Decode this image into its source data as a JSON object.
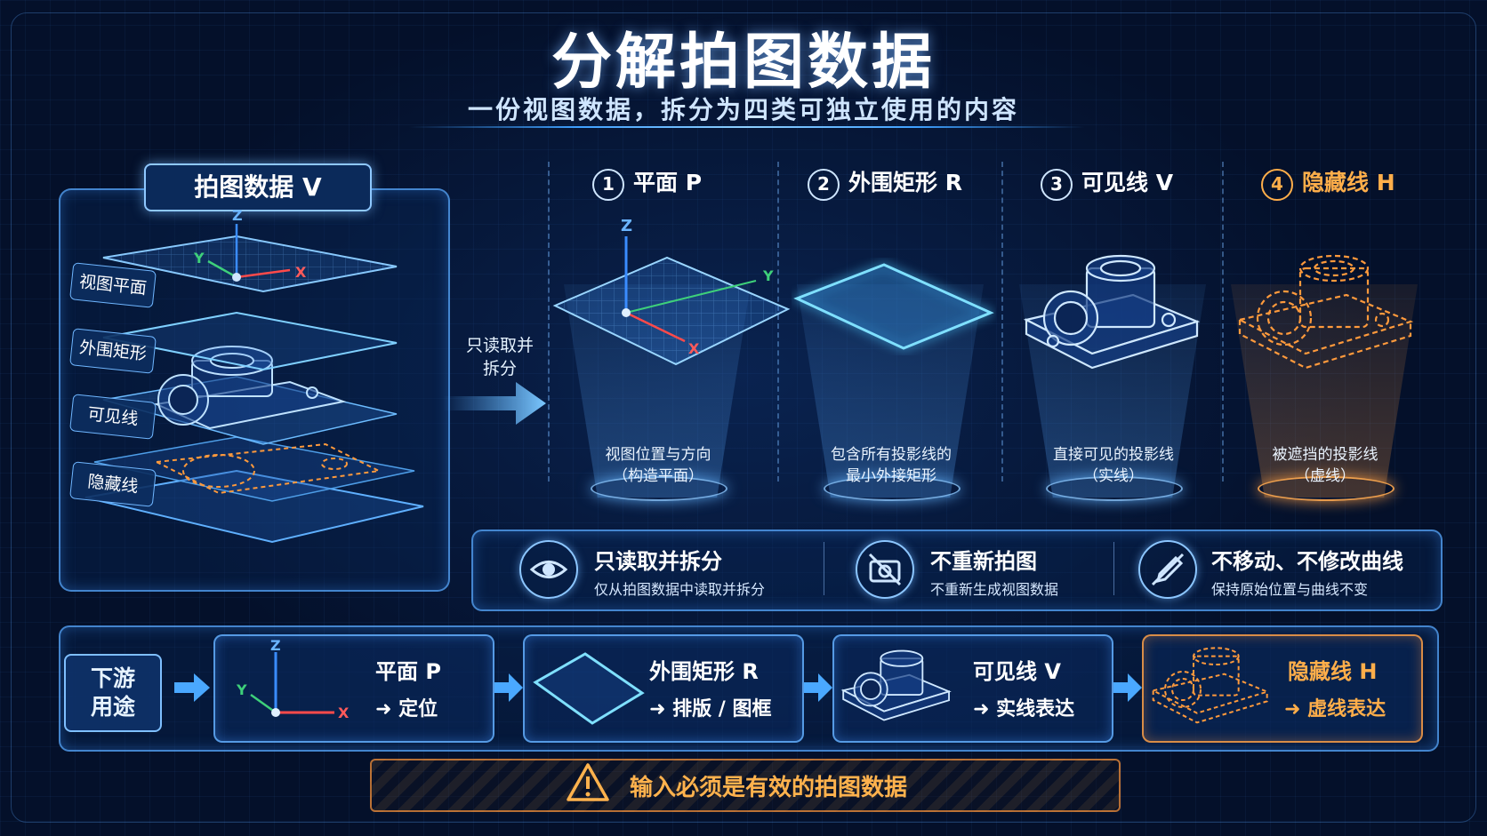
{
  "title": "分解拍图数据",
  "subtitle": "一份视图数据，拆分为四类可独立使用的内容",
  "source": {
    "title": "拍图数据 V",
    "layers": [
      "视图平面",
      "外围矩形",
      "可见线",
      "隐藏线"
    ]
  },
  "arrow_label": [
    "只读取并",
    "拆分"
  ],
  "columns": [
    {
      "num": "1",
      "title": "平面 P",
      "desc": [
        "视图位置与方向",
        "（构造平面）"
      ],
      "icon": "plane-axes-icon"
    },
    {
      "num": "2",
      "title": "外围矩形 R",
      "desc": [
        "包含所有投影线的",
        "最小外接矩形"
      ],
      "icon": "rectangle-icon"
    },
    {
      "num": "3",
      "title": "可见线 V",
      "desc": [
        "直接可见的投影线",
        "（实线）"
      ],
      "icon": "part-solid-icon"
    },
    {
      "num": "4",
      "title": "隐藏线 H",
      "desc": [
        "被遮挡的投影线",
        "（虚线）"
      ],
      "icon": "part-dashed-icon"
    }
  ],
  "axes": {
    "z": "Z",
    "y": "Y",
    "x": "X"
  },
  "rules": [
    {
      "title": "只读取并拆分",
      "sub": "仅从拍图数据中读取并拆分",
      "icon": "eye-icon"
    },
    {
      "title": "不重新拍图",
      "sub": "不重新生成视图数据",
      "icon": "no-camera-icon"
    },
    {
      "title": "不移动、不修改曲线",
      "sub": "保持原始位置与曲线不变",
      "icon": "no-edit-icon"
    }
  ],
  "downstream": {
    "label": [
      "下游",
      "用途"
    ],
    "items": [
      {
        "title": "平面 P",
        "use": "➜ 定位"
      },
      {
        "title": "外围矩形 R",
        "use": "➜ 排版 / 图框"
      },
      {
        "title": "可见线 V",
        "use": "➜ 实线表达"
      },
      {
        "title": "隐藏线 H",
        "use": "➜ 虚线表达"
      }
    ]
  },
  "warning": "输入必须是有效的拍图数据",
  "colors": {
    "accent": "#3fa0ff",
    "highlight": "#ffae4a",
    "background": "#04102a"
  }
}
